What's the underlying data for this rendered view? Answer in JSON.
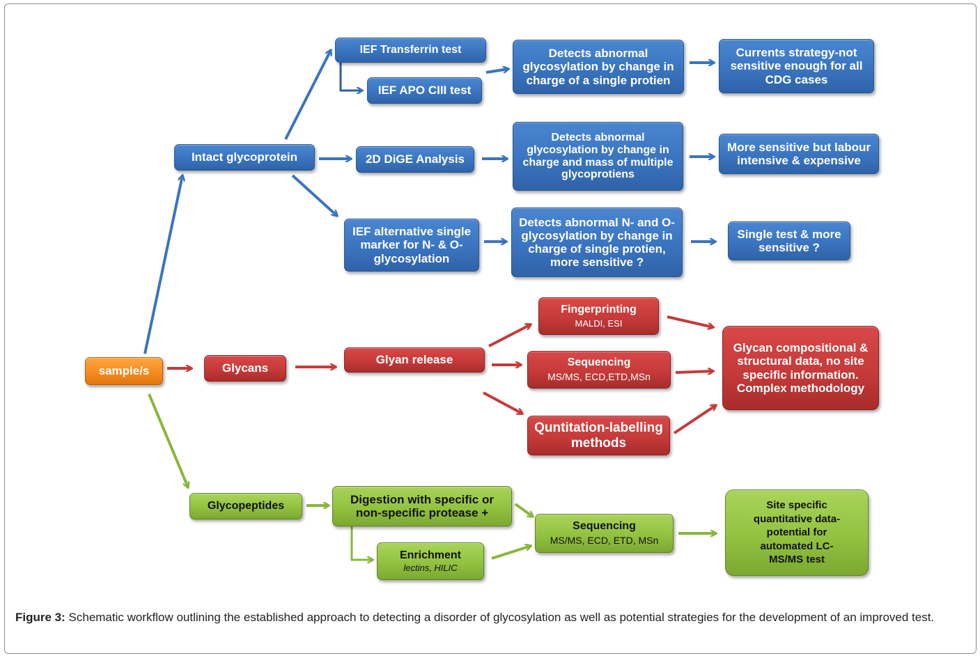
{
  "colors": {
    "blue": "#3a74c0",
    "red": "#c63a3a",
    "green": "#92c240",
    "orange": "#f68b1f",
    "frame": "#8a8a8a"
  },
  "nodes": {
    "sample": "sample/s",
    "intact": "Intact glycoprotein",
    "ief_transferrin": "IEF Transferrin test",
    "ief_apo": "IEF APO CIII test",
    "detects_single": "Detects abnormal glycosylation by change in charge of a single protien",
    "current_strategy": "Currents strategy-not sensitive enough for all CDG cases",
    "dige": "2D DiGE Analysis",
    "detects_multiple": "Detects abnormal glycosylation by change in charge and mass of multiple glycoprotiens",
    "more_sensitive": "More sensitive but labour intensive & expensive",
    "ief_alt": "IEF alternative single marker for N- & O-glycosylation",
    "detects_no": "Detects abnormal N- and O- glycosylation by change in charge of single protien, more sensitive ?",
    "single_test": "Single test & more sensitive ?",
    "glycans": "Glycans",
    "glyan_release": "Glyan release",
    "fingerprinting": {
      "title": "Fingerprinting",
      "sub": "MALDI, ESI"
    },
    "sequencing_red": {
      "title": "Sequencing",
      "sub": "MS/MS, ECD,ETD,MSn"
    },
    "quantitation": "Quntitation-labelling methods",
    "glycan_data": "Glycan compositional & structural data, no site specific information. Complex methodology",
    "glycopeptides": "Glycopeptides",
    "digestion": "Digestion with specific or non-specific protease +",
    "enrichment": {
      "title": "Enrichment",
      "sub": "lectins, HILIC"
    },
    "sequencing_green": {
      "title": "Sequencing",
      "sub": "MS/MS, ECD, ETD, MSn"
    },
    "site_specific": "Site specific quantitative data-potential for automated LC-MS/MS test"
  },
  "caption": {
    "label": "Figure 3:",
    "text": " Schematic workflow outlining the established approach to detecting a disorder of glycosylation as well as potential strategies for the development of an improved test."
  }
}
